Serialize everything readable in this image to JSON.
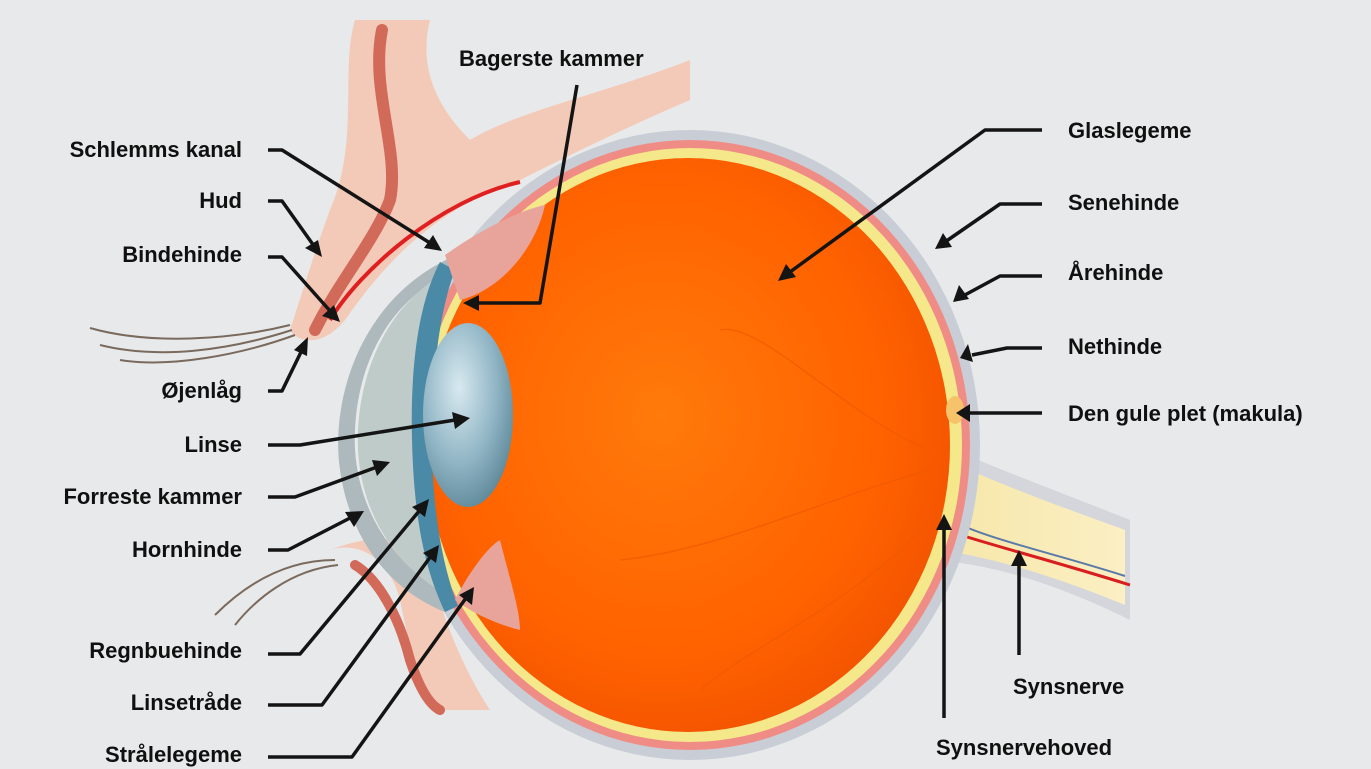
{
  "labels": {
    "posterior_chamber": "Bagerste kammer",
    "schlemm_canal": "Schlemms kanal",
    "skin": "Hud",
    "conjunctiva": "Bindehinde",
    "eyelid": "Øjenlåg",
    "lens": "Linse",
    "anterior_chamber": "Forreste kammer",
    "cornea": "Hornhinde",
    "iris": "Regnbuehinde",
    "zonule": "Linsetråde",
    "ciliary_body": "Strålelegeme",
    "vitreous": "Glaslegeme",
    "sclera": "Senehinde",
    "choroid": "Årehinde",
    "retina": "Nethinde",
    "macula": "Den gule plet (makula)",
    "optic_nerve": "Synsnerve",
    "optic_disc": "Synsnervehoved"
  },
  "colors": {
    "background": "#e8e9ea",
    "vitreous": "#ff6a00",
    "sclera": "#c9cdd6",
    "choroid": "#f08c86",
    "retina": "#f4e88a",
    "lens": "#8fb4c4",
    "cornea": "#bcc7c8",
    "eyelid_skin": "#f3c9b8",
    "leader_line": "#141414"
  }
}
